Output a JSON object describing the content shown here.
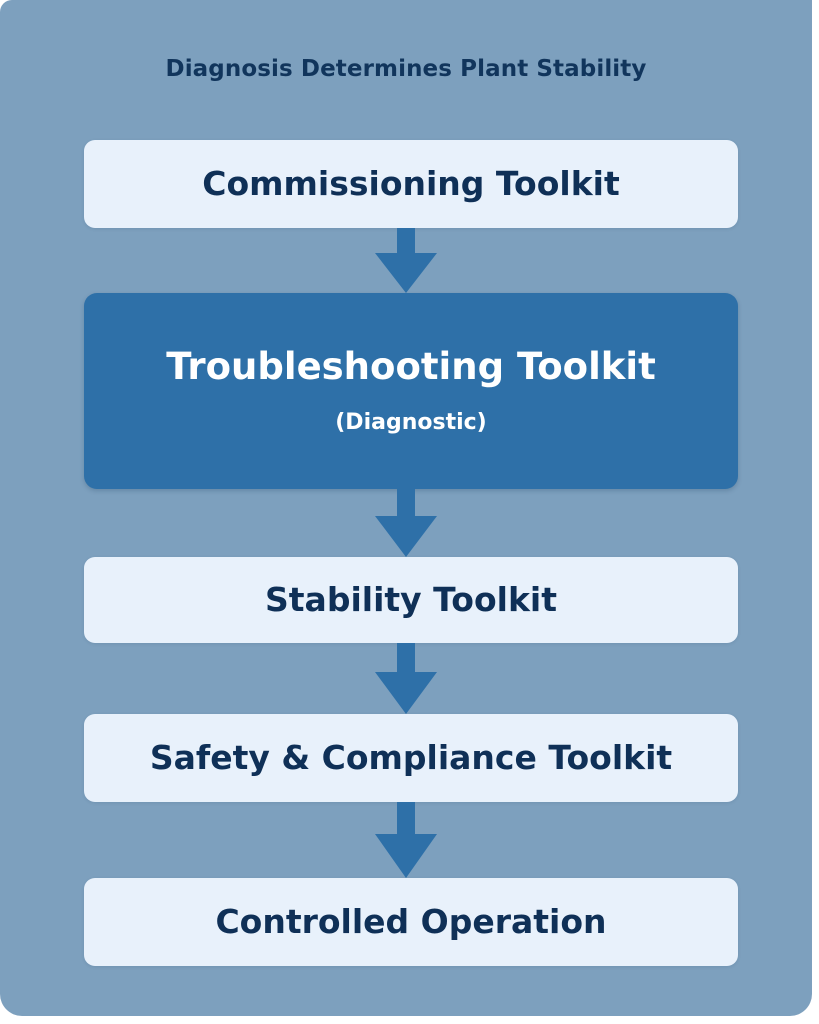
{
  "chart_data": {
    "type": "diagram",
    "diagram_type": "vertical-flowchart",
    "title": "Diagnosis Determines Plant Stability",
    "orientation": "top-to-bottom",
    "node_count": 5,
    "arrow_count": 4,
    "nodes": [
      {
        "id": "commissioning",
        "label": "Commissioning Toolkit",
        "sublabel": "",
        "highlighted": false
      },
      {
        "id": "troubleshooting",
        "label": "Troubleshooting Toolkit",
        "sublabel": "(Diagnostic)",
        "highlighted": true
      },
      {
        "id": "stability",
        "label": "Stability Toolkit",
        "sublabel": "",
        "highlighted": false
      },
      {
        "id": "safety",
        "label": "Safety & Compliance Toolkit",
        "sublabel": "",
        "highlighted": false
      },
      {
        "id": "controlled",
        "label": "Controlled Operation",
        "sublabel": "",
        "highlighted": false
      }
    ],
    "edges": [
      {
        "from": "commissioning",
        "to": "troubleshooting",
        "style": "block-arrow-down"
      },
      {
        "from": "troubleshooting",
        "to": "stability",
        "style": "block-arrow-down"
      },
      {
        "from": "stability",
        "to": "safety",
        "style": "block-arrow-down"
      },
      {
        "from": "safety",
        "to": "controlled",
        "style": "block-arrow-down"
      }
    ]
  },
  "colors": {
    "panel_background": "#7da0be",
    "node_background": "#e8f1fb",
    "node_text": "#0f3057",
    "highlight_background": "#2e70a8",
    "highlight_text": "#ffffff",
    "arrow": "#2e70a8",
    "title_text": "#11355c"
  },
  "title": "Diagnosis Determines Plant Stability",
  "nodes": {
    "n0": {
      "label": "Commissioning Toolkit"
    },
    "n1": {
      "label": "Troubleshooting Toolkit",
      "sublabel": "(Diagnostic)"
    },
    "n2": {
      "label": "Stability Toolkit"
    },
    "n3": {
      "label": "Safety & Compliance Toolkit"
    },
    "n4": {
      "label": "Controlled Operation"
    }
  }
}
